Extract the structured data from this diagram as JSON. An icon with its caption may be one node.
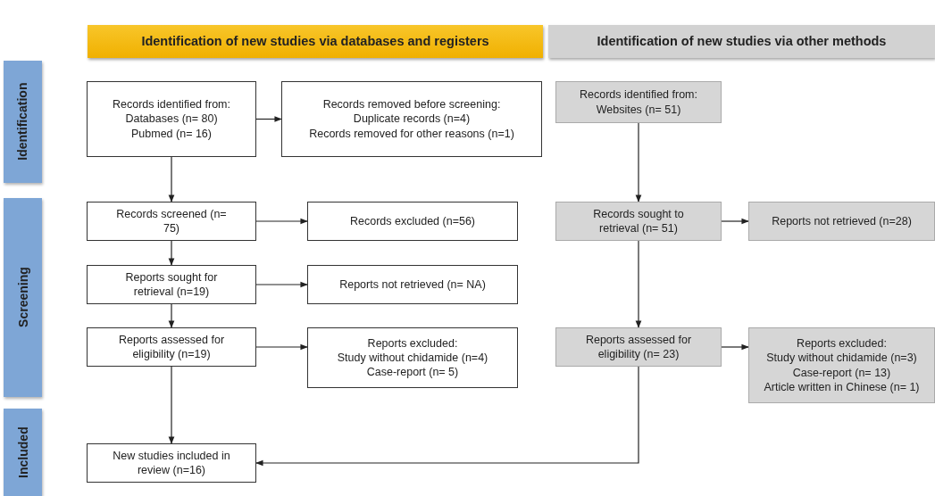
{
  "diagram": {
    "nodes": [
      {
        "text": [
          "Identification of new studies via databases and registers"
        ]
      },
      {
        "text": [
          "Identification of new studies via other methods"
        ]
      },
      {
        "text": [
          "Identification"
        ]
      },
      {
        "text": [
          "Screening"
        ]
      },
      {
        "text": [
          "Included"
        ]
      },
      {
        "text": [
          "Records identified from:",
          "Databases (n= 80)",
          "Pubmed (n= 16)"
        ]
      },
      {
        "text": [
          "Records removed before screening:",
          "Duplicate records (n=4)",
          "Records removed for other reasons (n=1)"
        ]
      },
      {
        "text": [
          "Records identified from:",
          "Websites (n= 51)"
        ]
      },
      {
        "text": [
          "Records screened (n= 75)"
        ]
      },
      {
        "text": [
          "Records excluded (n=56)"
        ]
      },
      {
        "text": [
          "Records sought to retrieval (n= 51)"
        ]
      },
      {
        "text": [
          "Reports not retrieved (n=28)"
        ]
      },
      {
        "text": [
          "Reports sought for retrieval (n=19)"
        ]
      },
      {
        "text": [
          "Reports not retrieved (n= NA)"
        ]
      },
      {
        "text": [
          "Reports assessed for eligibility (n=19)"
        ]
      },
      {
        "text": [
          "Reports excluded:",
          "Study without chidamide (n=4)",
          "Case-report (n= 5)"
        ]
      },
      {
        "text": [
          "Reports assessed for eligibility (n= 23)"
        ]
      },
      {
        "text": [
          "Reports excluded:",
          "Study without chidamide (n=3)",
          "Case-report (n= 13)",
          "Article written in Chinese (n= 1)"
        ]
      },
      {
        "text": [
          "New studies included in review (n=16)"
        ]
      }
    ],
    "edges": [
      {
        "from": 5,
        "to": 6,
        "arrow": "to"
      },
      {
        "from": 5,
        "to": 8,
        "arrow": "to"
      },
      {
        "from": 8,
        "to": 9,
        "arrow": "to"
      },
      {
        "from": 8,
        "to": 12,
        "arrow": "to"
      },
      {
        "from": 12,
        "to": 13,
        "arrow": "to"
      },
      {
        "from": 12,
        "to": 14,
        "arrow": "to"
      },
      {
        "from": 14,
        "to": 15,
        "arrow": "to"
      },
      {
        "from": 14,
        "to": 18,
        "arrow": "to"
      },
      {
        "from": 7,
        "to": 10,
        "arrow": "to"
      },
      {
        "from": 10,
        "to": 11,
        "arrow": "to"
      },
      {
        "from": 10,
        "to": 16,
        "arrow": "to"
      },
      {
        "from": 16,
        "to": 17,
        "arrow": "to"
      },
      {
        "from": 16,
        "to": 18,
        "arrow": "to"
      }
    ]
  }
}
